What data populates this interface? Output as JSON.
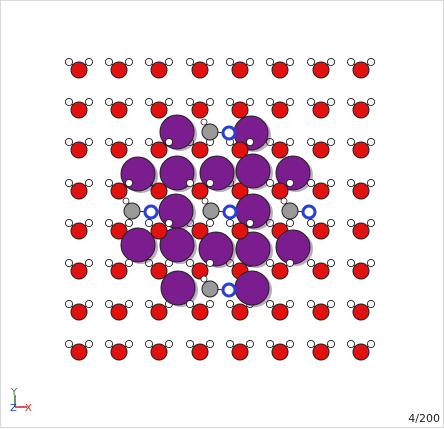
{
  "viewer": {
    "frame_counter": "4/200"
  },
  "axes": {
    "y_label": "Y",
    "z_label": "Z",
    "x_label": "X"
  },
  "colors": {
    "oxygen": "#e3110e",
    "hydrogen": "#ffffff",
    "iodine": "#7b1d8f",
    "carbon": "#9a9a9a",
    "nitrogen_ring": "#2a3fd8",
    "bond": "#222222",
    "axis_x": "#d02020",
    "axis_y": "#2c7a2c",
    "axis_z": "#2040d0"
  }
}
